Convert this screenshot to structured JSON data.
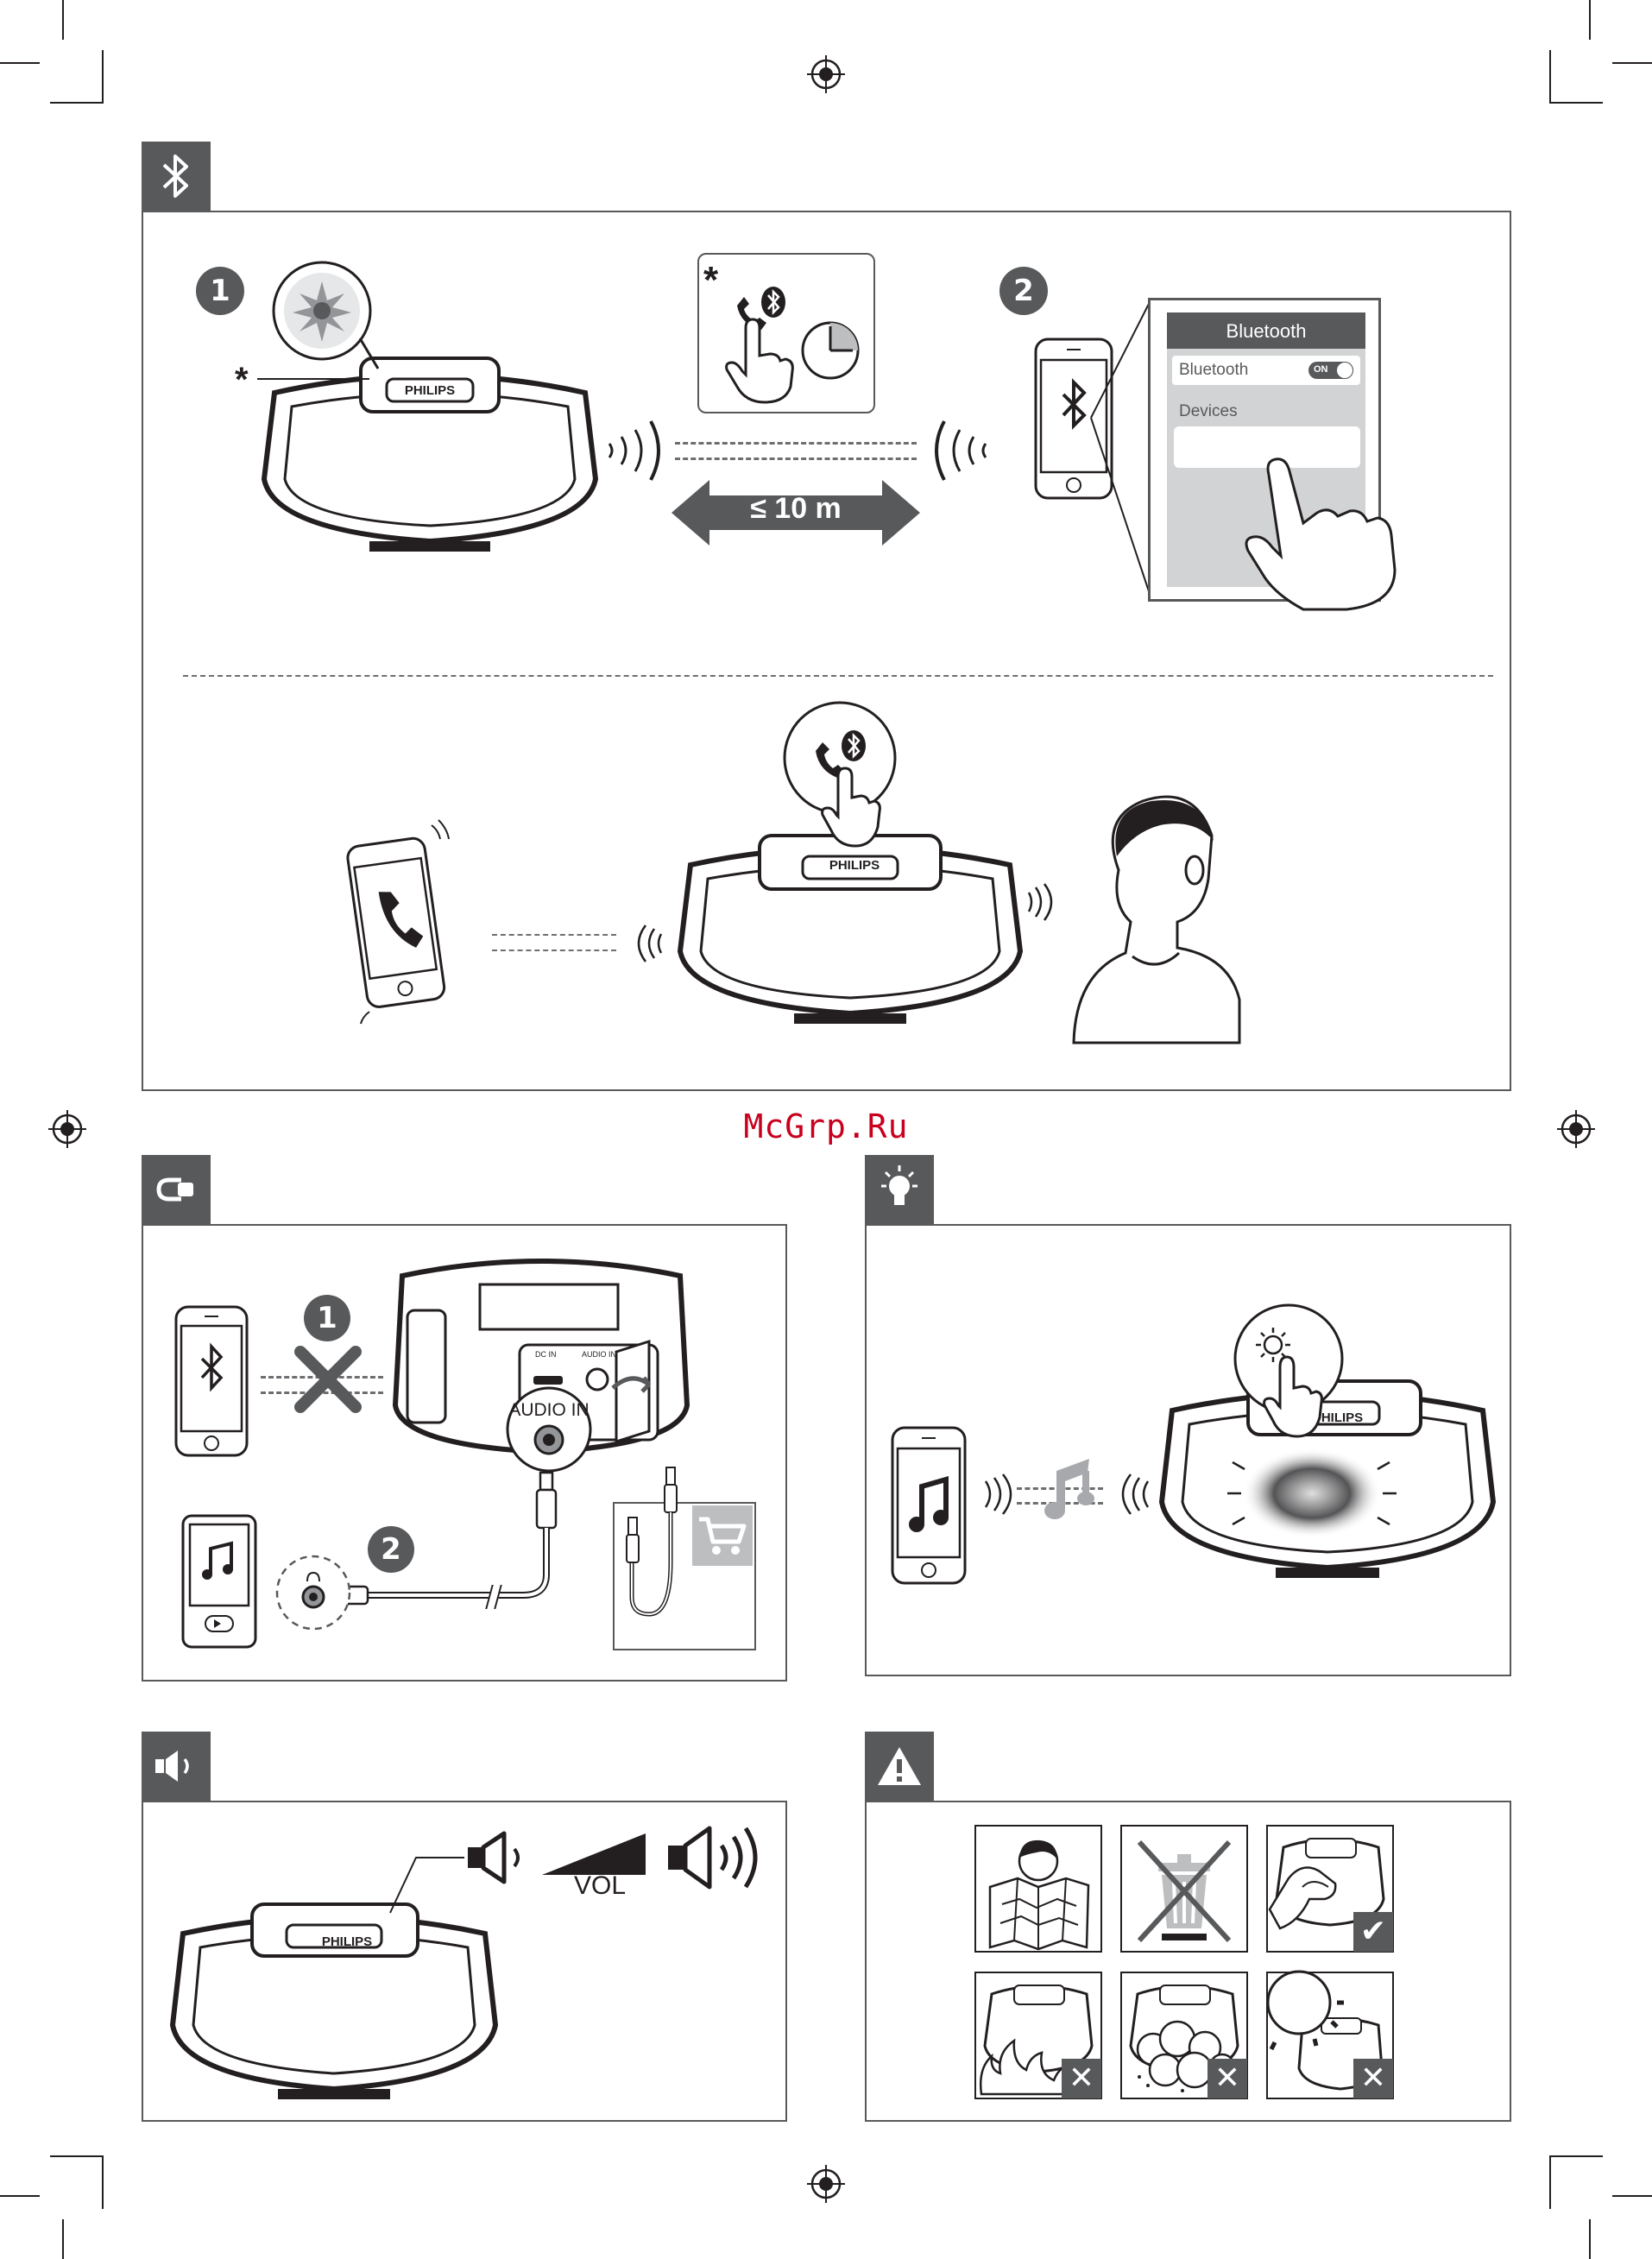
{
  "watermark": "McGrp.Ru",
  "colors": {
    "tab": "#58595b",
    "line": "#231f20",
    "watermark": "#c8001e",
    "screen_gray": "#bcbec0"
  },
  "bluetooth_section": {
    "tab_icon": "bluetooth-icon",
    "step1": "1",
    "step2": "2",
    "asterisk": "*",
    "brand": "PHILIPS",
    "range_label": "≤ 10 m",
    "phone_screen": {
      "header": "Bluetooth",
      "toggle_label": "Bluetooth",
      "toggle_state": "ON",
      "devices_label": "Devices"
    },
    "call_brand": "PHILIPS"
  },
  "audio_in_section": {
    "tab_icon": "plug-icon",
    "step1": "1",
    "step2": "2",
    "jack_dc": "DC IN",
    "jack_audio": "AUDIO IN",
    "callout": "AUDIO IN"
  },
  "light_section": {
    "tab_icon": "lightbulb-icon",
    "brand": "PHILIPS"
  },
  "volume_section": {
    "tab_icon": "speaker-icon",
    "brand": "PHILIPS",
    "vol_label": "VOL"
  },
  "warning_section": {
    "tab_icon": "warning-icon",
    "tiles": [
      {
        "name": "read-manual",
        "mark": ""
      },
      {
        "name": "no-trash-bin",
        "mark": ""
      },
      {
        "name": "wipe-clean",
        "mark": "✔"
      },
      {
        "name": "no-heat",
        "mark": "✕"
      },
      {
        "name": "no-dust",
        "mark": "✕"
      },
      {
        "name": "no-sunlight",
        "mark": "✕"
      }
    ]
  }
}
